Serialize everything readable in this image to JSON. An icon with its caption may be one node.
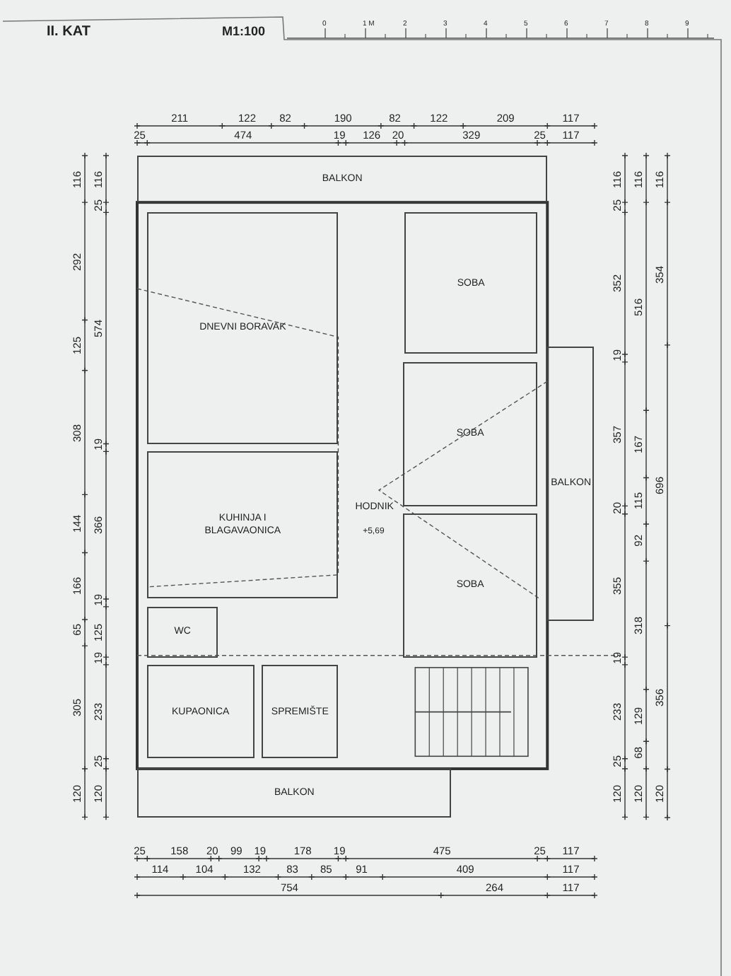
{
  "diagram": {
    "title": "II. KAT",
    "nodes": [
      {
        "text": [
          "BALKON"
        ]
      },
      {
        "text": [
          "DNEVNI BORAVAK"
        ]
      },
      {
        "text": [
          "SOBA"
        ]
      },
      {
        "text": [
          "SOBA"
        ]
      },
      {
        "text": [
          "HODNIK"
        ]
      },
      {
        "text": [
          "BALKON"
        ]
      },
      {
        "text": [
          "KUHINJA I BLAGAVAONICA"
        ]
      },
      {
        "text": [
          "SOBA"
        ]
      },
      {
        "text": [
          "WC"
        ]
      },
      {
        "text": [
          "KUPAONICA"
        ]
      },
      {
        "text": [
          "SPREMIŠTE"
        ]
      },
      {
        "text": [
          "BALKON"
        ]
      }
    ],
    "labels": [
      "M1:100",
      "0",
      "1 M",
      "2",
      "3",
      "4",
      "5",
      "6",
      "7",
      "8",
      "9",
      "211",
      "122",
      "82",
      "190",
      "82",
      "122",
      "209",
      "117",
      "25",
      "474",
      "19",
      "126",
      "20",
      "329",
      "25",
      "117",
      "116",
      "292",
      "125",
      "308",
      "144",
      "166",
      "65",
      "305",
      "120",
      "116",
      "25",
      "574",
      "19",
      "366",
      "19",
      "125",
      "19",
      "233",
      "25",
      "120",
      "116",
      "25",
      "352",
      "19",
      "357",
      "20",
      "355",
      "19",
      "233",
      "25",
      "120",
      "116",
      "516",
      "167",
      "115",
      "92",
      "318",
      "129",
      "68",
      "120",
      "116",
      "354",
      "696",
      "356",
      "120",
      "+5,69",
      "25",
      "158",
      "20",
      "99",
      "19",
      "178",
      "19",
      "475",
      "25",
      "117",
      "114",
      "104",
      "132",
      "83",
      "85",
      "91",
      "409",
      "117",
      "754",
      "264",
      "117"
    ]
  }
}
